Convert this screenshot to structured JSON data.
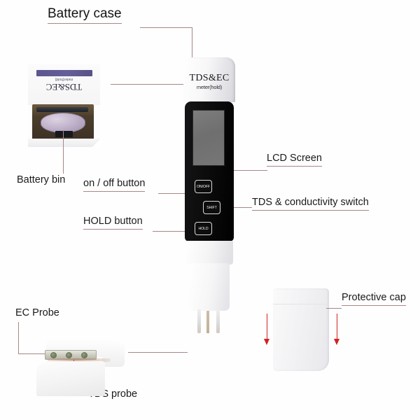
{
  "diagram": {
    "title": "Battery case",
    "device": {
      "brand": "TDS&EC",
      "brand_sub": "meter(hold)",
      "buttons": [
        {
          "name": "on-off",
          "label": "ON/OFF"
        },
        {
          "name": "shift",
          "label": "SHIFT"
        },
        {
          "name": "hold",
          "label": "HOLD"
        }
      ]
    },
    "battery_photo": {
      "brand": "TDS&EC",
      "brand_sub": "meter(hold)"
    },
    "callouts": [
      {
        "name": "battery-case",
        "label": "Battery case"
      },
      {
        "name": "battery-bin",
        "label": "Battery bin"
      },
      {
        "name": "on-off-button",
        "label": "on / off button"
      },
      {
        "name": "hold-button",
        "label": "HOLD button"
      },
      {
        "name": "lcd-screen",
        "label": "LCD Screen"
      },
      {
        "name": "tds-conductivity-switch",
        "label": "TDS & conductivity switch"
      },
      {
        "name": "ec-probe",
        "label": "EC Probe"
      },
      {
        "name": "tds-probe",
        "label": "TDS probe"
      },
      {
        "name": "protective-cap",
        "label": "Protective cap"
      }
    ],
    "colors": {
      "leader": "#a78787",
      "arrow": "#cf2222",
      "panel": "#0a0a0b",
      "lcd": "#767676",
      "battery_band": "#5c5690"
    }
  }
}
